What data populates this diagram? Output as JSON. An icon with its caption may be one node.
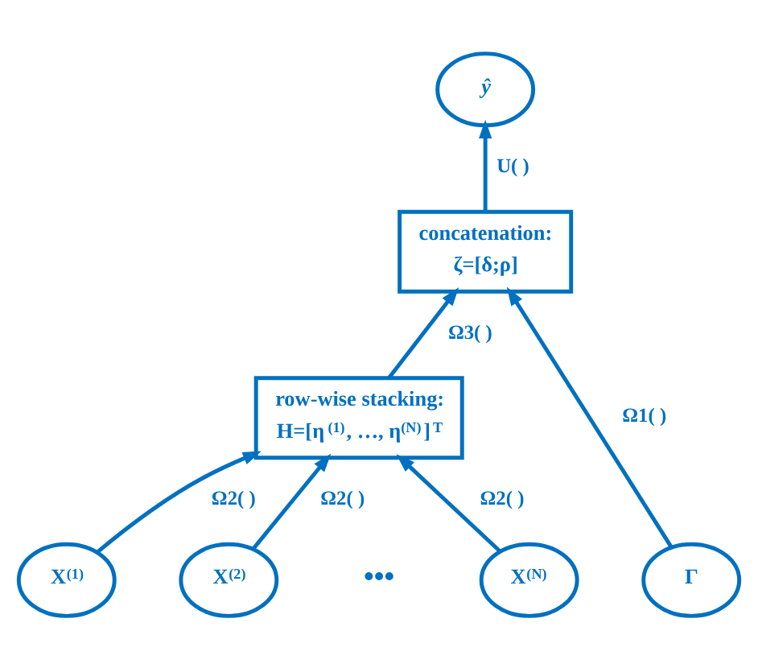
{
  "diagram": {
    "nodes": [
      {
        "text": [
          "ŷ"
        ]
      },
      {
        "text": [
          "concatenation:",
          "ζ=[δ;ρ]"
        ]
      },
      {
        "text": [
          "row-wise stacking:",
          "H=[η$^{(1)}$, …, η$^{(N)}$]$^{T}$"
        ]
      },
      {
        "text": [
          "X$^{(1)}$"
        ]
      },
      {
        "text": [
          "X$^{(2)}$"
        ]
      },
      {
        "text": [
          "X$^{(N)}$"
        ]
      },
      {
        "text": [
          "Γ"
        ]
      }
    ],
    "edges": [
      {
        "from": 1,
        "to": 0,
        "arrow": "to",
        "label": "U( )"
      },
      {
        "from": 2,
        "to": 1,
        "arrow": "to",
        "label": "Ω3( )"
      },
      {
        "from": 6,
        "to": 1,
        "arrow": "to",
        "label": "Ω1( )"
      },
      {
        "from": 3,
        "to": 2,
        "arrow": "to",
        "label": "Ω2( )"
      },
      {
        "from": 4,
        "to": 2,
        "arrow": "to",
        "label": "Ω2( )"
      },
      {
        "from": 5,
        "to": 2,
        "arrow": "to",
        "label": "Ω2( )"
      }
    ],
    "labels": [
      "•••"
    ]
  }
}
